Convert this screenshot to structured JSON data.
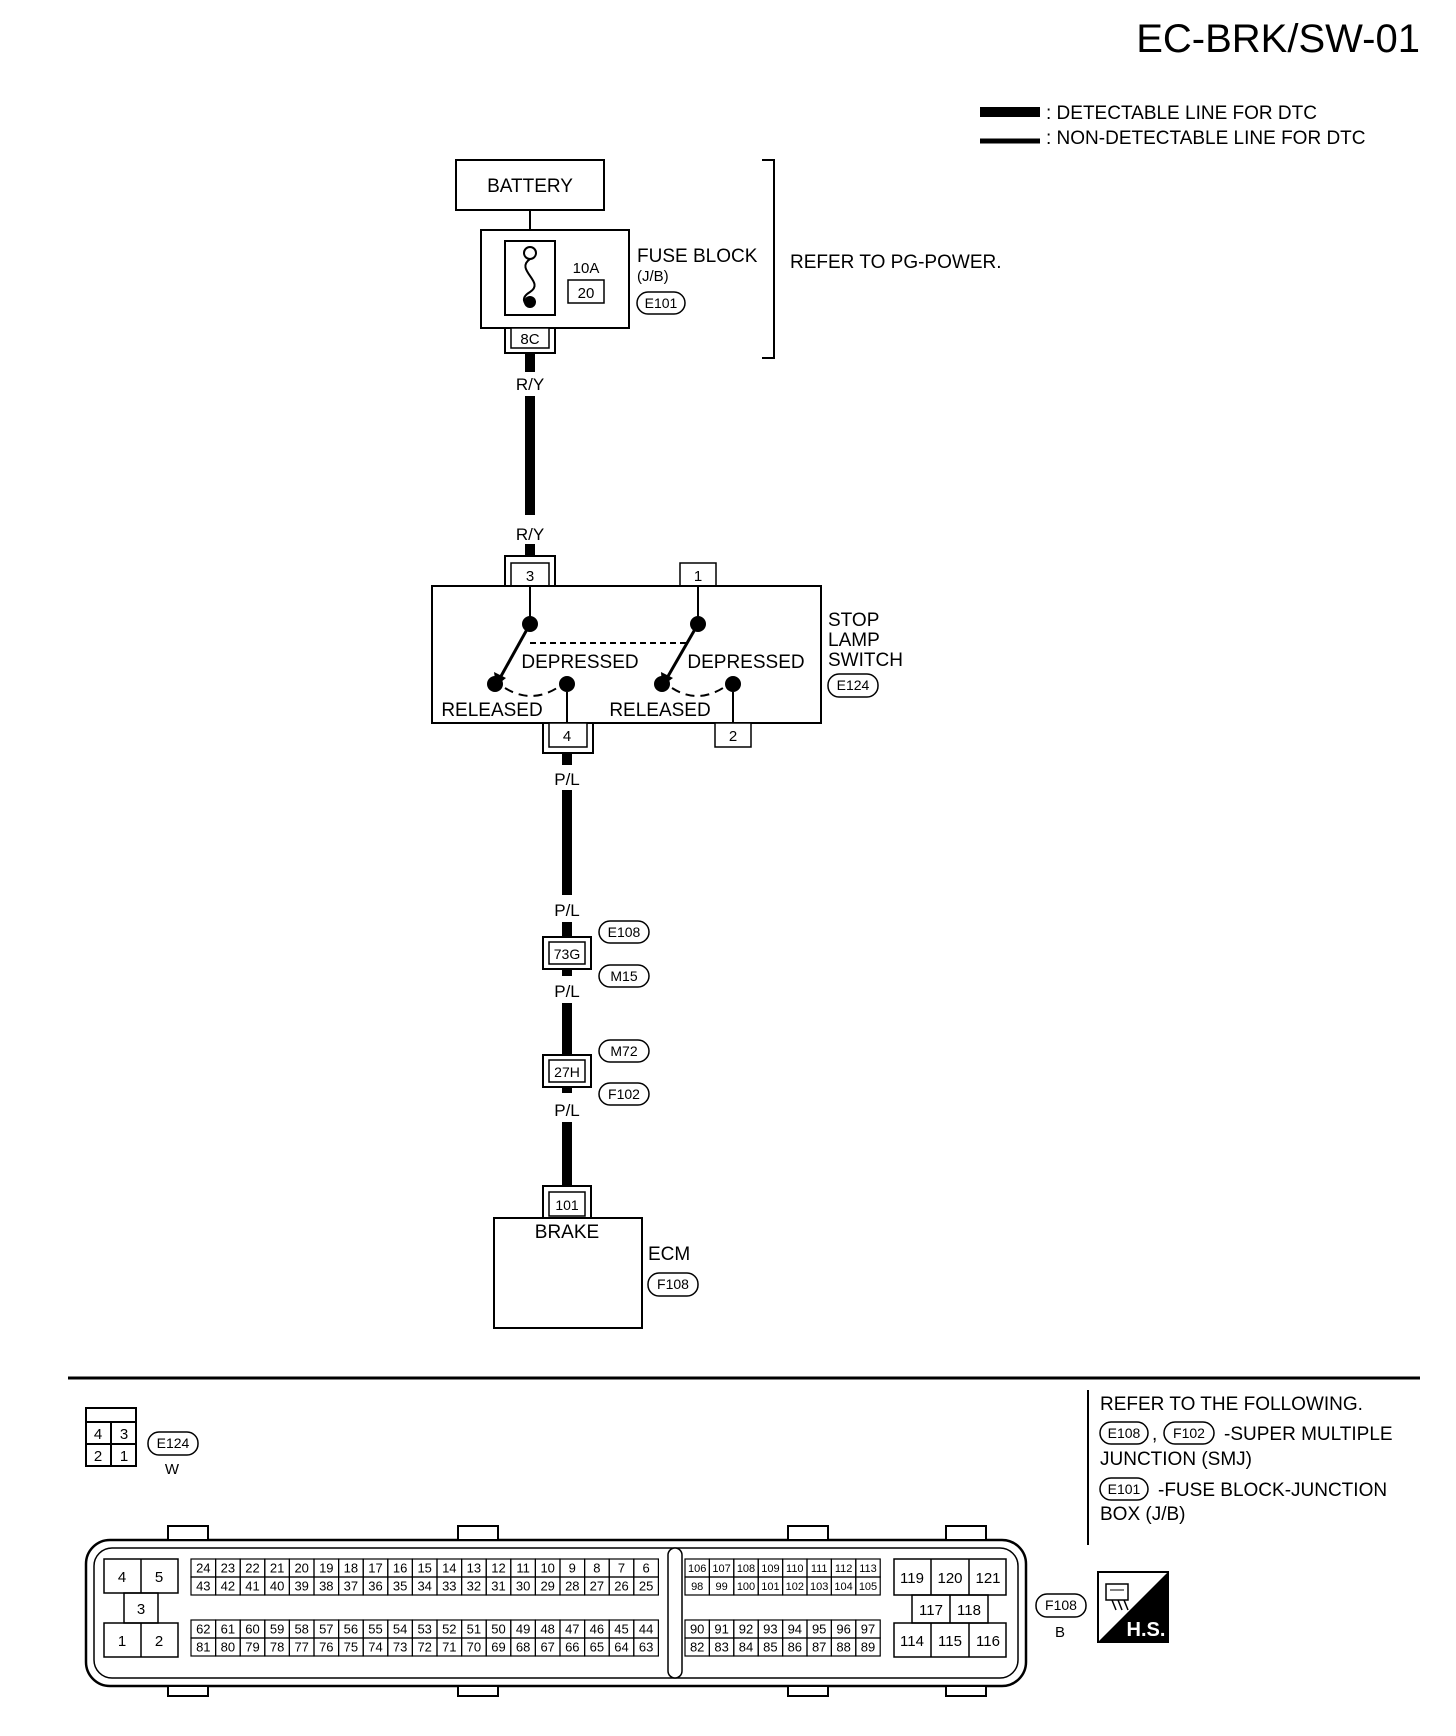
{
  "title": "EC-BRK/SW-01",
  "legend": {
    "detectable": ": DETECTABLE LINE FOR DTC",
    "non_detectable": ": NON-DETECTABLE LINE FOR DTC"
  },
  "battery": {
    "label": "BATTERY"
  },
  "fuse_block": {
    "amps": "10A",
    "fuse_no": "20",
    "name_line1": "FUSE BLOCK",
    "name_line2": "(J/B)",
    "connector": "E101",
    "terminal": "8C",
    "refer_note": "REFER TO PG-POWER."
  },
  "wires": {
    "ry_top": "R/Y",
    "ry_bottom": "R/Y",
    "pl_1": "P/L",
    "pl_2": "P/L",
    "pl_3": "P/L",
    "pl_4": "P/L"
  },
  "stop_lamp_switch": {
    "name_line1": "STOP",
    "name_line2": "LAMP",
    "name_line3": "SWITCH",
    "connector": "E124",
    "pins": {
      "p3": "3",
      "p1": "1",
      "p4": "4",
      "p2": "2"
    },
    "depressed_left": "DEPRESSED",
    "depressed_right": "DEPRESSED",
    "released_left": "RELEASED",
    "released_right": "RELEASED"
  },
  "junctions": {
    "j1": {
      "terminal": "73G",
      "conn_top": "E108",
      "conn_bottom": "M15"
    },
    "j2": {
      "terminal": "27H",
      "conn_top": "M72",
      "conn_bottom": "F102"
    }
  },
  "ecm": {
    "terminal": "101",
    "input": "BRAKE",
    "name": "ECM",
    "connector": "F108"
  },
  "connector_e124": {
    "pins": [
      "4",
      "3",
      "2",
      "1"
    ],
    "id": "E124",
    "color": "W"
  },
  "connector_f108": {
    "id": "F108",
    "color": "B",
    "left_pins": [
      "4",
      "5",
      "3",
      "1",
      "2"
    ],
    "row1": [
      "24",
      "23",
      "22",
      "21",
      "20",
      "19",
      "18",
      "17",
      "16",
      "15",
      "14",
      "13",
      "12",
      "11",
      "10",
      "9",
      "8",
      "7",
      "6"
    ],
    "row2": [
      "43",
      "42",
      "41",
      "40",
      "39",
      "38",
      "37",
      "36",
      "35",
      "34",
      "33",
      "32",
      "31",
      "30",
      "29",
      "28",
      "27",
      "26",
      "25"
    ],
    "row3": [
      "62",
      "61",
      "60",
      "59",
      "58",
      "57",
      "56",
      "55",
      "54",
      "53",
      "52",
      "51",
      "50",
      "49",
      "48",
      "47",
      "46",
      "45",
      "44"
    ],
    "row4": [
      "81",
      "80",
      "79",
      "78",
      "77",
      "76",
      "75",
      "74",
      "73",
      "72",
      "71",
      "70",
      "69",
      "68",
      "67",
      "66",
      "65",
      "64",
      "63"
    ],
    "row5": [
      "106",
      "107",
      "108",
      "109",
      "110",
      "111",
      "112",
      "113"
    ],
    "row6": [
      "98",
      "99",
      "100",
      "101",
      "102",
      "103",
      "104",
      "105"
    ],
    "row7": [
      "90",
      "91",
      "92",
      "93",
      "94",
      "95",
      "96",
      "97"
    ],
    "row8": [
      "82",
      "83",
      "84",
      "85",
      "86",
      "87",
      "88",
      "89"
    ],
    "right_pins": [
      "119",
      "120",
      "121",
      "117",
      "118",
      "114",
      "115",
      "116"
    ]
  },
  "refer": {
    "heading": "REFER TO THE FOLLOWING.",
    "c1": "E108",
    "sep": ",",
    "c2": "F102",
    "smj_text1": "-SUPER MULTIPLE",
    "smj_text2": "JUNCTION (SMJ)",
    "c3": "E101",
    "fb_text1": "-FUSE BLOCK-JUNCTION",
    "fb_text2": "BOX (J/B)"
  },
  "hs_badge": "H.S."
}
